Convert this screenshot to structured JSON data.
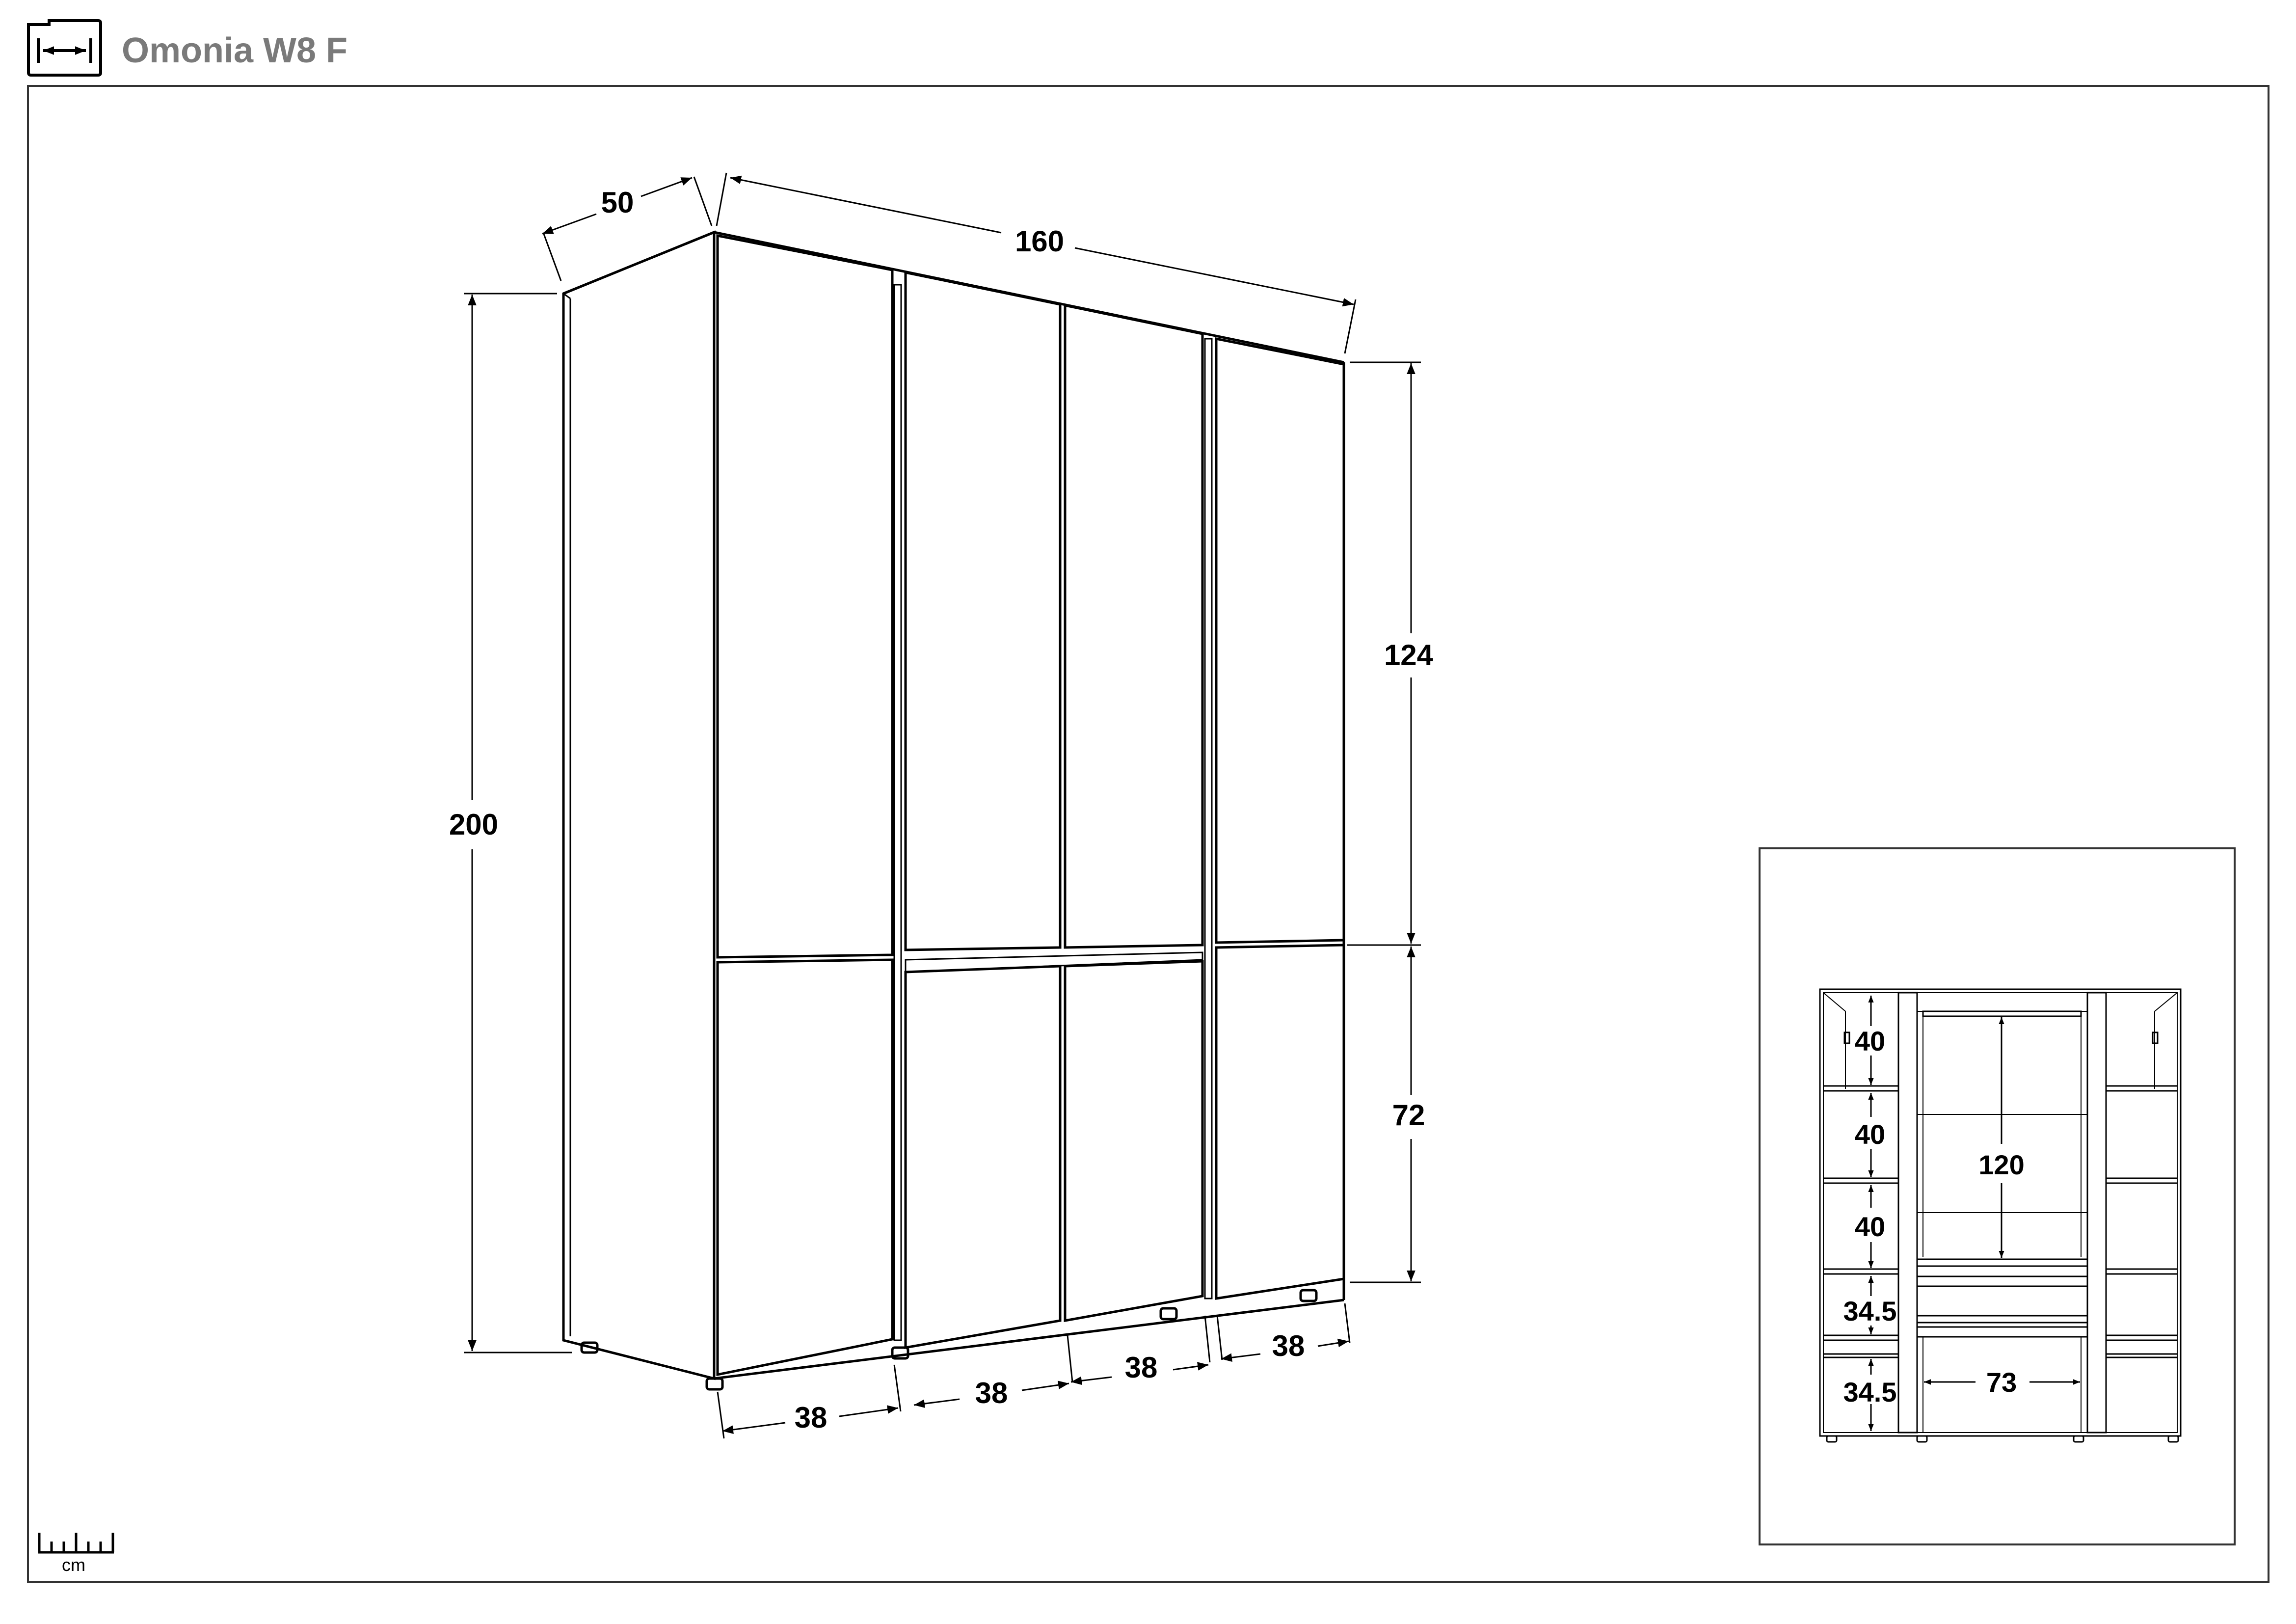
{
  "header": {
    "title": "Omonia W8 F",
    "icon": "dimension-icon"
  },
  "dimensions": {
    "depth": "50",
    "width": "160",
    "height": "200",
    "upper_height": "124",
    "lower_height": "72",
    "door_1": "38",
    "door_2": "38",
    "door_3": "38",
    "door_4": "38"
  },
  "inset": {
    "shelf_1": "40",
    "shelf_2": "40",
    "shelf_3": "40",
    "shelf_4": "34.5",
    "shelf_5": "34.5",
    "hanging_height": "120",
    "inner_width": "73"
  },
  "scale": {
    "unit": "cm",
    "icon": "ruler-icon"
  }
}
